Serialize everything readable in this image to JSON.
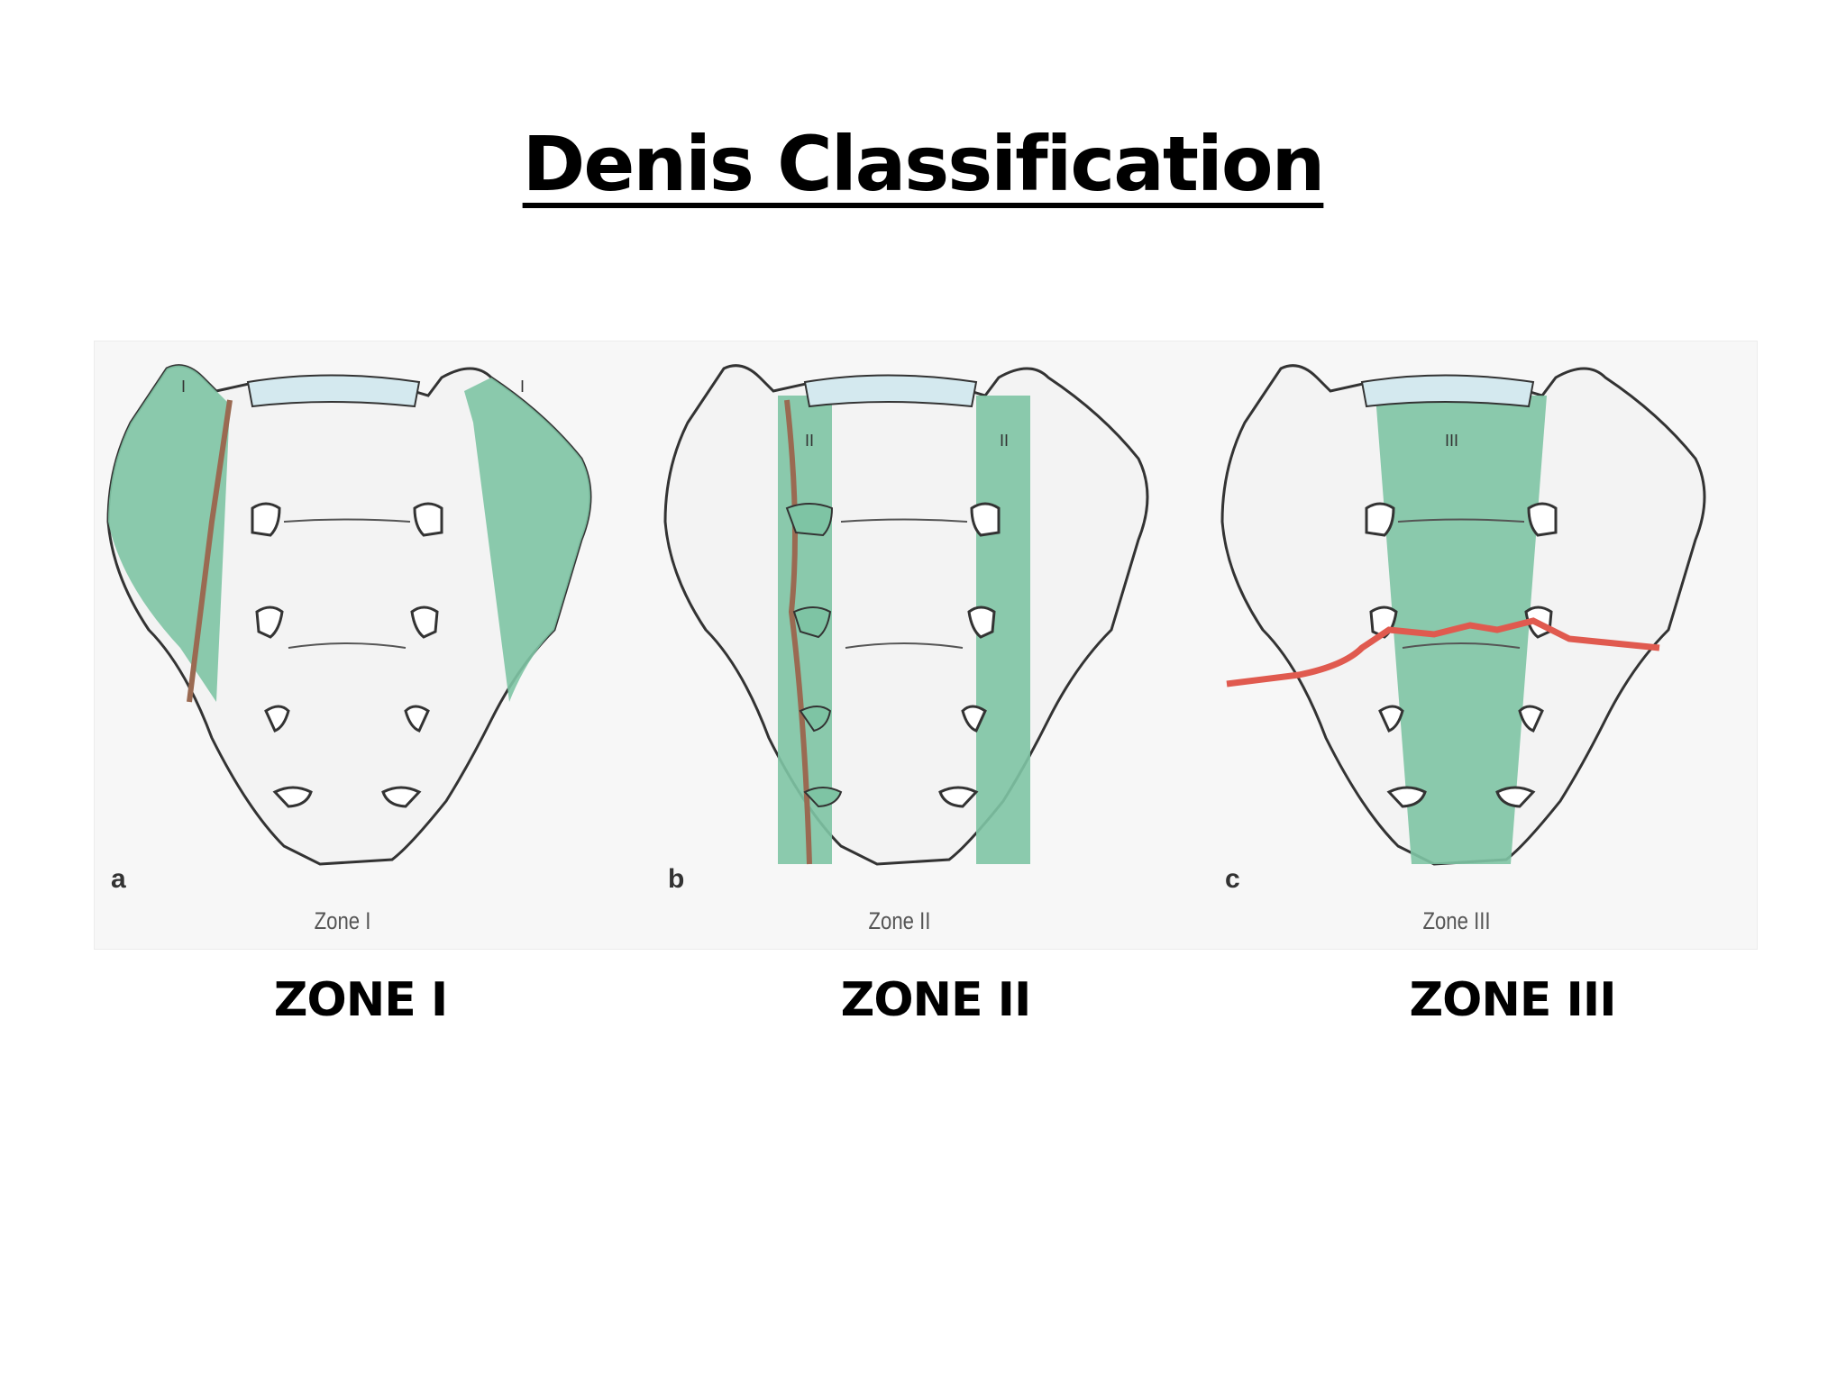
{
  "title": "Denis Classification",
  "panels": [
    {
      "letter": "a",
      "caption": "Zone I",
      "zone_mark": "I"
    },
    {
      "letter": "b",
      "caption": "Zone II",
      "zone_mark": "II"
    },
    {
      "letter": "c",
      "caption": "Zone III",
      "zone_mark": "III"
    }
  ],
  "zone_labels": [
    "ZONE I",
    "ZONE II",
    "ZONE III"
  ],
  "colors": {
    "zone_green": "#7ec4a4",
    "fracture_red": "#e05a4f",
    "fracture_brown": "#9a6a52",
    "bone_fill": "#f3f3f3",
    "outline": "#333333",
    "top_plate": "#d4e9ef"
  }
}
